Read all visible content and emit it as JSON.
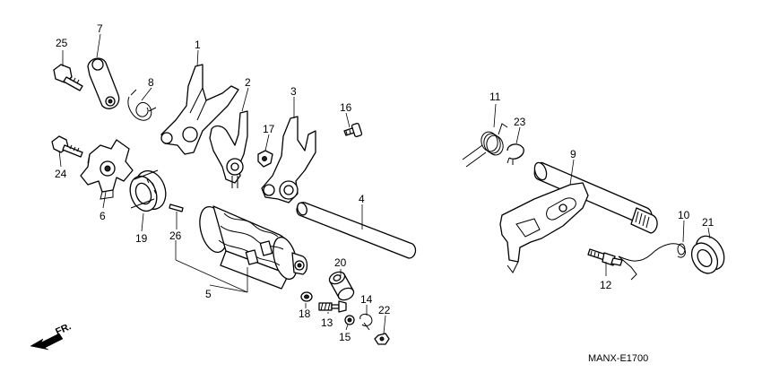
{
  "diagram": {
    "callouts": [
      "25",
      "7",
      "8",
      "1",
      "2",
      "3",
      "17",
      "16",
      "24",
      "6",
      "19",
      "26",
      "4",
      "5",
      "20",
      "18",
      "13",
      "14",
      "15",
      "22",
      "11",
      "23",
      "9",
      "10",
      "21",
      "12"
    ],
    "code": "MANX-E1700",
    "direction_label": "FR."
  }
}
